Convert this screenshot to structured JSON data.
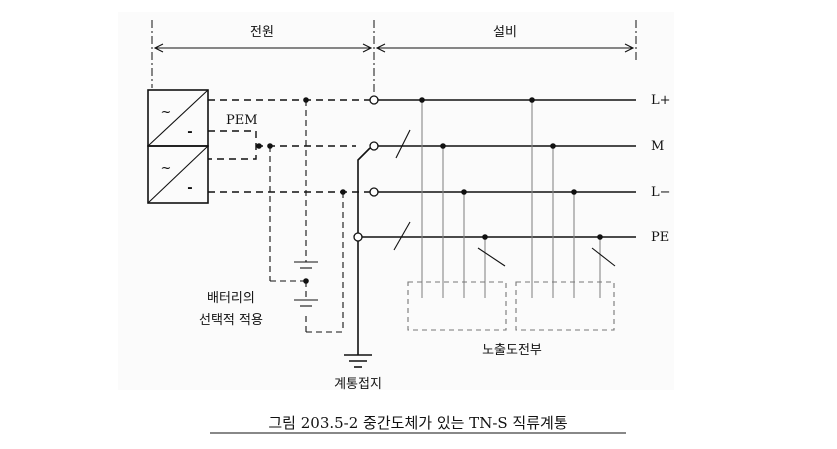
{
  "sections": {
    "source_label": "전원",
    "equipment_label": "설비"
  },
  "conductors": {
    "l_plus": "L+",
    "m": "M",
    "l_minus": "L−",
    "pe": "PE"
  },
  "labels": {
    "pem": "PEM",
    "battery_line1": "배터리의",
    "battery_line2": "선택적 적용",
    "system_earthing": "계통접지",
    "exposed_parts": "노출도전부"
  },
  "symbols": {
    "ac": "~",
    "dc": "-"
  },
  "caption": "그림 203.5-2 중간도체가 있는 TN-S 직류계통"
}
